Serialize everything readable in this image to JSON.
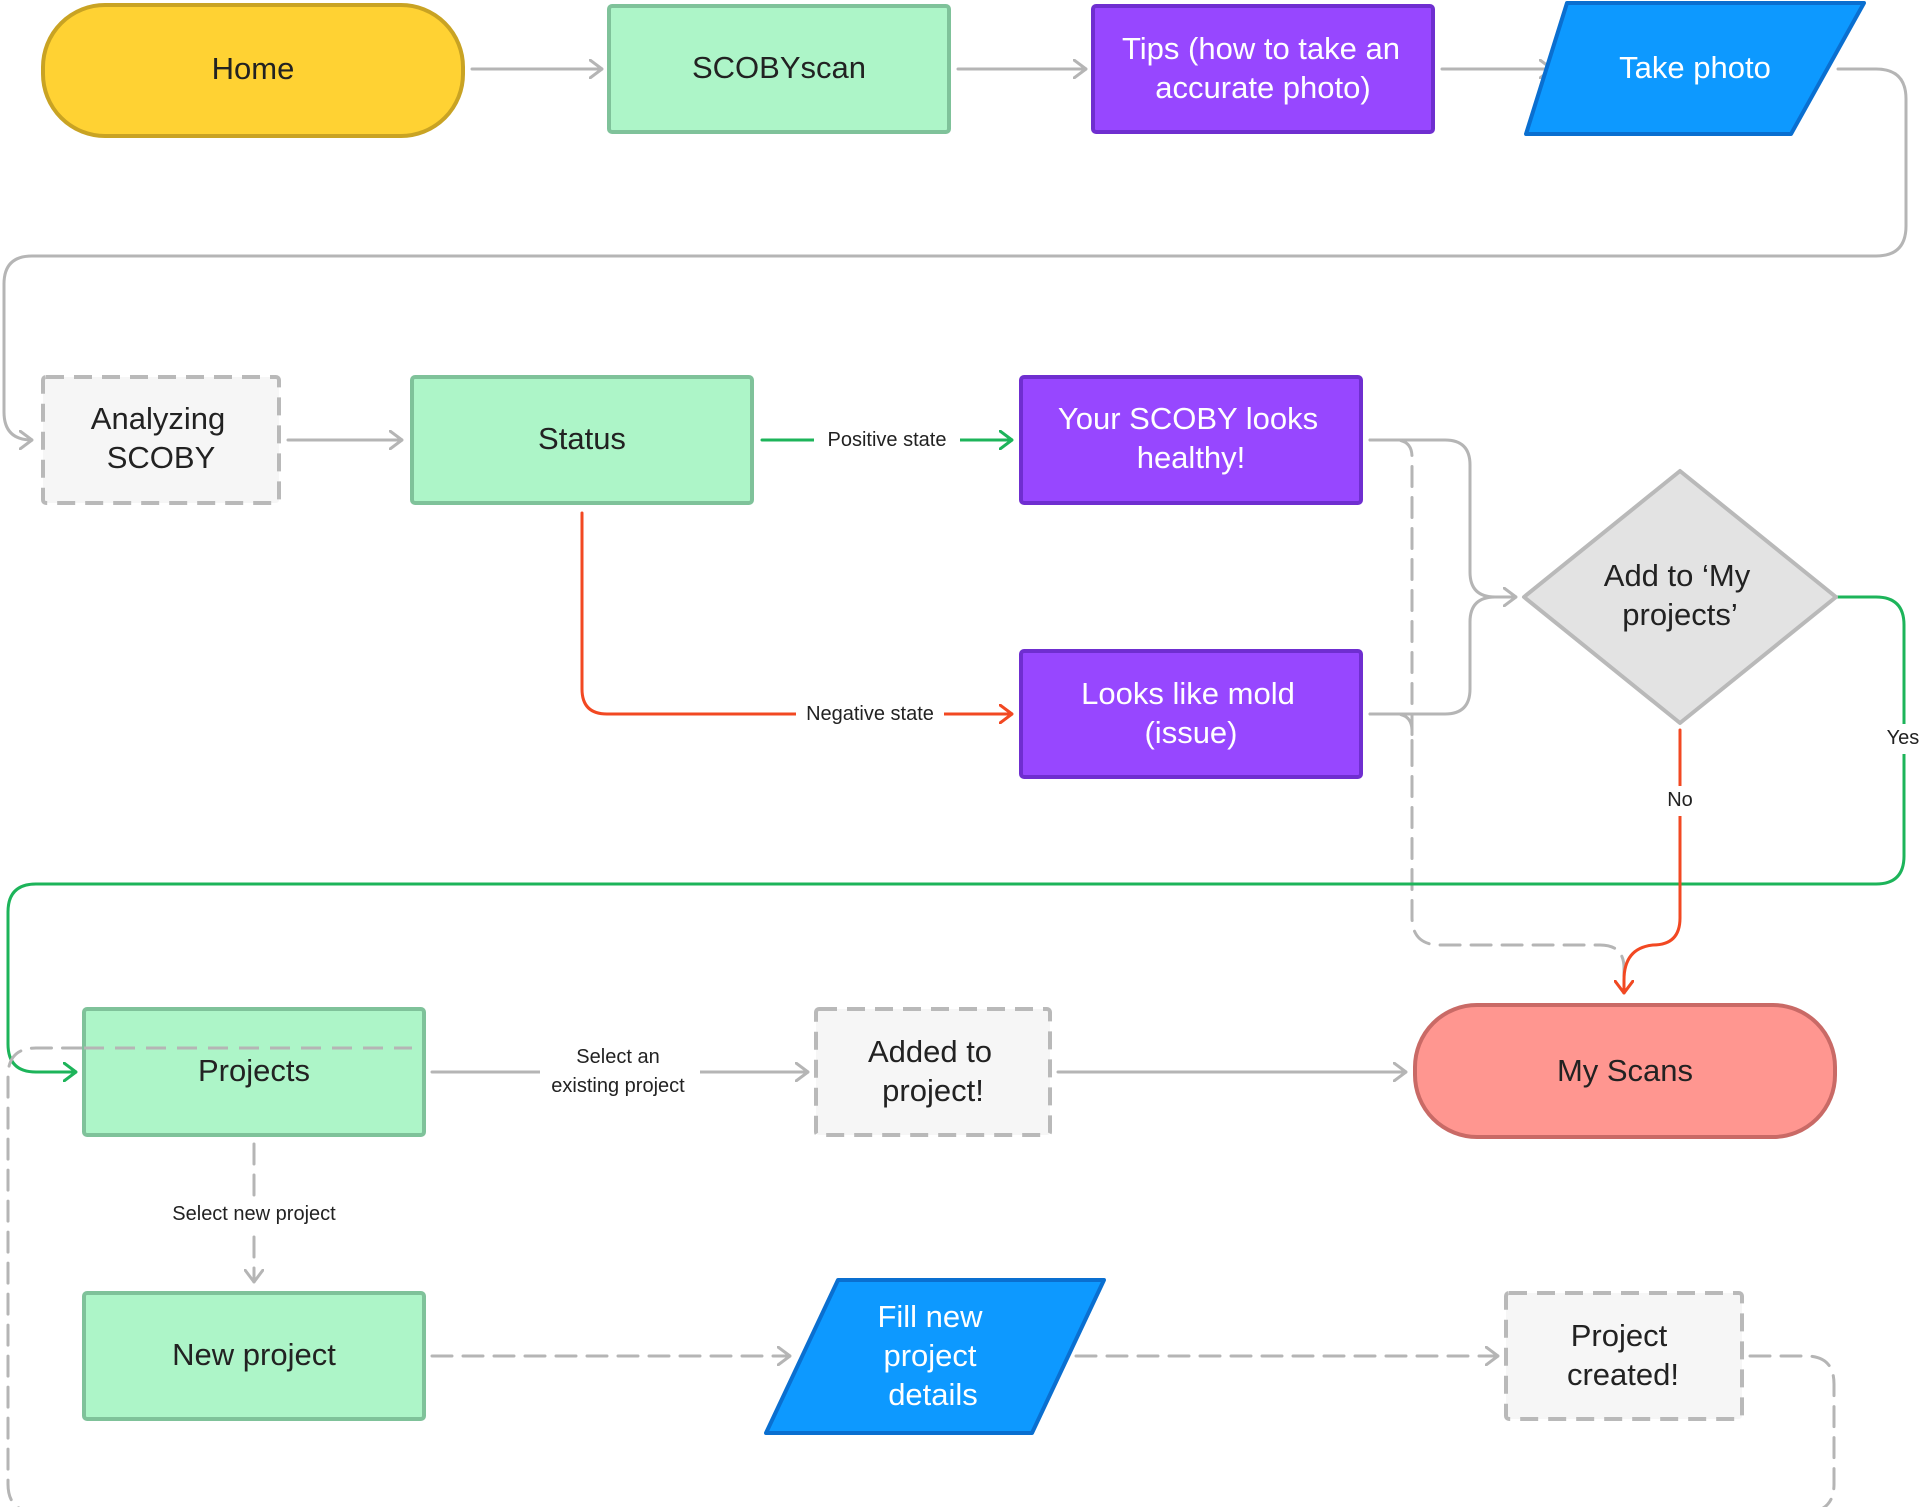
{
  "colors": {
    "yellow_fill": "#FFD233",
    "yellow_stroke": "#C9A323",
    "green_fill": "#ADF5C8",
    "green_stroke": "#7FC29A",
    "purple_fill": "#9747FF",
    "purple_stroke": "#6F2ED0",
    "blue_fill": "#0D99FF",
    "blue_stroke": "#0A6FD0",
    "grey_fill": "#F6F6F6",
    "grey_stroke": "#B9B9B9",
    "diamond_fill": "#E3E3E3",
    "diamond_stroke": "#B9B9B9",
    "red_fill": "#FF9690",
    "red_stroke": "#C96A66",
    "connector_grey": "#B5B5B5",
    "connector_green": "#1DB45A",
    "connector_red": "#F24822"
  },
  "nodes": {
    "home": {
      "label": [
        "Home"
      ]
    },
    "scobyscan": {
      "label": [
        "SCOBYscan"
      ]
    },
    "tips": {
      "label": [
        "Tips (how to take an",
        "accurate photo)"
      ]
    },
    "take_photo": {
      "label": [
        "Take photo"
      ]
    },
    "analyzing": {
      "label": [
        "Analyzing",
        "SCOBY"
      ]
    },
    "status": {
      "label": [
        "Status"
      ]
    },
    "healthy": {
      "label": [
        "Your SCOBY looks",
        "healthy!"
      ]
    },
    "mold": {
      "label": [
        "Looks like mold",
        "(issue)"
      ]
    },
    "add_to_projects": {
      "label": [
        "Add to ‘My",
        "projects’"
      ]
    },
    "projects": {
      "label": [
        "Projects"
      ]
    },
    "added_to_project": {
      "label": [
        "Added to",
        "project!"
      ]
    },
    "my_scans": {
      "label": [
        "My Scans"
      ]
    },
    "new_project": {
      "label": [
        "New project"
      ]
    },
    "fill_details": {
      "label": [
        "Fill new",
        "project",
        "details"
      ]
    },
    "project_created": {
      "label": [
        "Project",
        "created!"
      ]
    }
  },
  "edge_labels": {
    "positive_state": [
      "Positive state"
    ],
    "negative_state": [
      "Negative state"
    ],
    "yes": [
      "Yes"
    ],
    "no": [
      "No"
    ],
    "select_existing": [
      "Select an",
      "existing project"
    ],
    "select_new": [
      "Select new project"
    ]
  }
}
